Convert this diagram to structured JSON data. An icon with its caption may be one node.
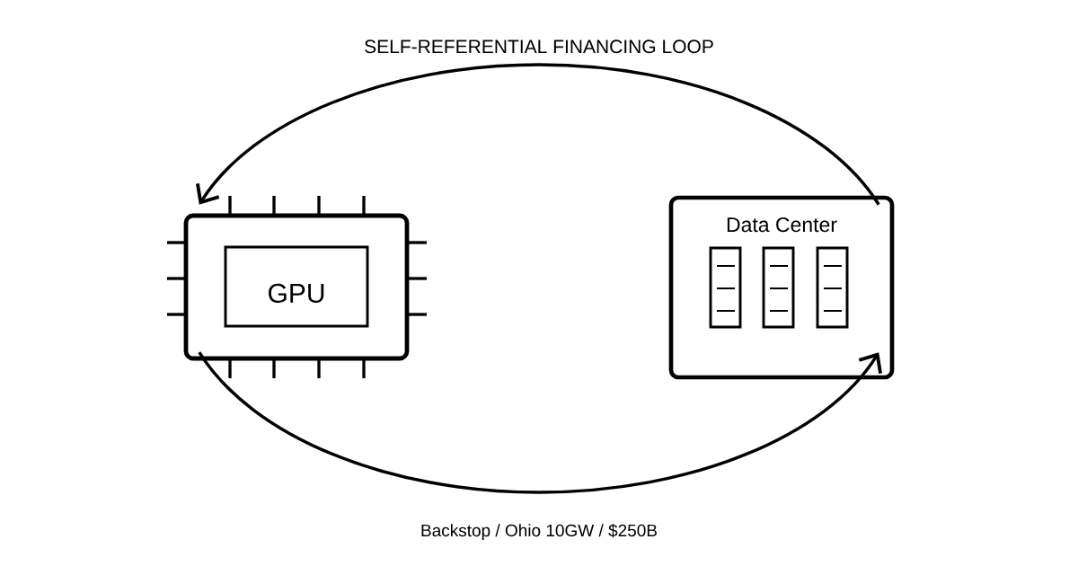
{
  "diagram": {
    "title": "SELF-REFERENTIAL FINANCING LOOP",
    "caption": "Backstop / Ohio 10GW / $250B",
    "nodes": [
      {
        "text": [],
        "shape": "box"
      },
      {
        "text": [
          "GPU"
        ],
        "in": 0
      },
      {
        "text": [
          "Data Center"
        ]
      }
    ],
    "edges": [
      {
        "from": 2,
        "to": 0,
        "arrow": "to"
      },
      {
        "from": 0,
        "to": 2,
        "arrow": "to"
      }
    ]
  }
}
